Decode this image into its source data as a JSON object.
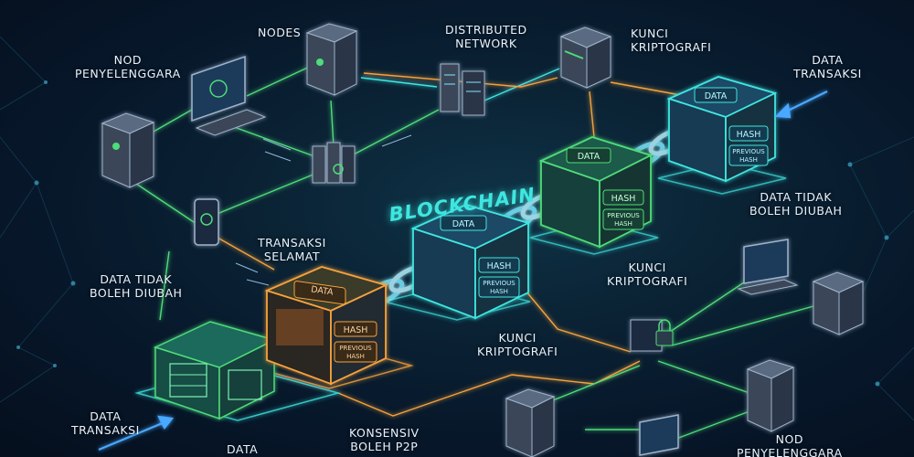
{
  "title": "BLOCKCHAIN",
  "labels": {
    "nodes": "NODES",
    "distributed": [
      "DISTRIBUTED",
      "NETWORK"
    ],
    "kunci_top": [
      "KUNCI",
      "KRIPTOGRAFI"
    ],
    "nod_left": [
      "NOD",
      "PENYELENGGARA"
    ],
    "data_transaksi_top": [
      "DATA",
      "TRANSAKSI"
    ],
    "data_tidak_right": [
      "DATA TIDAK",
      "BOLEH DIUBAH"
    ],
    "transaksi_selamat": [
      "TRANSAKSI",
      "SELAMAT"
    ],
    "kunci_mid_right": [
      "KUNCI",
      "KRIPTOGRAFI"
    ],
    "data_tidak_left": [
      "DATA TIDAK",
      "BOLEH DIUBAH"
    ],
    "kunci_mid": [
      "KUNCI",
      "KRIPTOGRAFI"
    ],
    "data_transaksi_bottom": [
      "DATA",
      "TRANSAKSI"
    ],
    "konsensus": [
      "KONSENSIV",
      "BOLEH P2P"
    ],
    "data_bottom": "DATA",
    "nod_bottom_right": [
      "NOD",
      "PENYELENGGARA"
    ]
  },
  "block_labels": {
    "data": "DATA",
    "hash": "HASH",
    "prev": [
      "PREVIOUS",
      "HASH"
    ]
  },
  "colors": {
    "cyan": "#3fe6e0",
    "green": "#4fdc7a",
    "orange": "#f5a23c",
    "blue": "#4aa8ff",
    "teal": "#2fd4c8"
  }
}
